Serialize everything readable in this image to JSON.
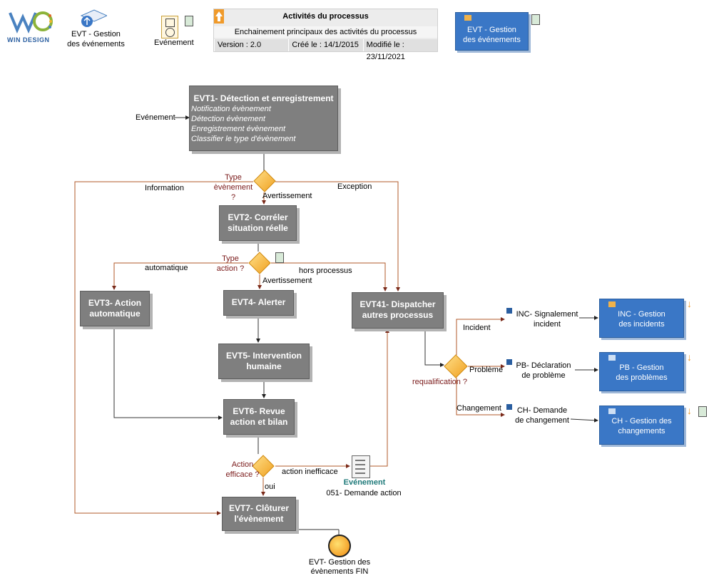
{
  "header": {
    "logo_text": "WIN DESIGN",
    "process_link_label": "EVT - Gestion\ndes événements",
    "event_icon_label": "Evénement",
    "title": "Activités du processus",
    "subtitle": "Enchainement principaux des activités du processus",
    "version": "Version : 2.0",
    "created": "Créé le : 14/1/2015",
    "modified": "Modifié le : 23/11/2021",
    "right_box_label": "EVT - Gestion\ndes événements"
  },
  "activities": {
    "evt1_title": "EVT1- Détection et enregistrement",
    "evt1_lines": [
      "Notification évènement",
      "Détection évènement",
      "Enregistrement évènement",
      "Classifier le type d'évènement"
    ],
    "evt2": "EVT2- Corréler\nsituation réelle",
    "evt3": "EVT3- Action\nautomatique",
    "evt4": "EVT4- Alerter",
    "evt5": "EVT5- Intervention\nhumaine",
    "evt6": "EVT6- Revue\naction et bilan",
    "evt7": "EVT7- Clôturer\nl'évènement",
    "evt41": "EVT41- Dispatcher\nautres processus"
  },
  "decisions": {
    "type_evenement": "Type\nèvènement ?",
    "type_action": "Type\naction ?",
    "action_efficace": "Action\nefficace ?",
    "requalification": "requalification ?"
  },
  "flow_labels": {
    "evenement_in": "Evénement",
    "information": "Information",
    "avertissement1": "Avertissement",
    "exception": "Exception",
    "automatique": "automatique",
    "avertissement2": "Avertissement",
    "hors_processus": "hors processus",
    "action_inefficace": "action inefficace",
    "oui": "oui",
    "incident": "Incident",
    "probleme": "Problème",
    "changement": "Changement"
  },
  "event_doc": {
    "title": "Evénement",
    "subtitle": "051- Demande action"
  },
  "outputs": {
    "inc_event": "INC- Signalement\nincident",
    "pb_event": "PB- Déclaration\nde problème",
    "ch_event": "CH- Demande\nde changement",
    "inc_process": "INC - Gestion\ndes incidents",
    "pb_process": "PB - Gestion\ndes problèmes",
    "ch_process": "CH - Gestion des\nchangements"
  },
  "end_event": "EVT- Gestion des\névènements FIN",
  "colors": {
    "activity": "#7f7f7f",
    "process_box": "#3a77c6",
    "flow_line": "#b05a2a",
    "decision": "#f5a623",
    "decision_label": "#7a1a1a",
    "event_title": "#1f7a7a"
  }
}
